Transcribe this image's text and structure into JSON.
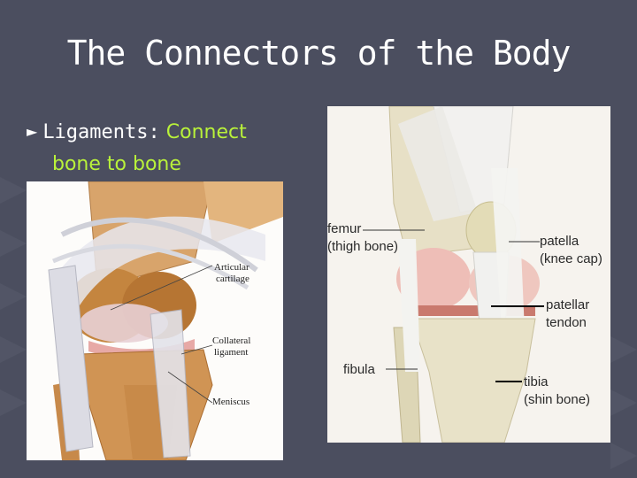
{
  "slide": {
    "title": "The Connectors of the Body",
    "bullet": {
      "term": "Ligaments:",
      "definition_line1": "Connect",
      "definition_line2": "bone to bone"
    }
  },
  "figure_left": {
    "labels": {
      "articular": [
        "Articular",
        "cartilage"
      ],
      "collateral": [
        "Collateral",
        "ligament"
      ],
      "meniscus": "Meniscus"
    }
  },
  "figure_right": {
    "labels": {
      "femur": [
        "femur",
        "(thigh bone)"
      ],
      "patella": [
        "patella",
        "(knee cap)"
      ],
      "patellar_tendon": [
        "patellar",
        "tendon"
      ],
      "fibula": "fibula",
      "tibia": [
        "tibia",
        "(shin bone)"
      ]
    }
  },
  "colors": {
    "background": "#4b4e5f",
    "title": "#ffffff",
    "bullet_text": "#b9f23a"
  }
}
